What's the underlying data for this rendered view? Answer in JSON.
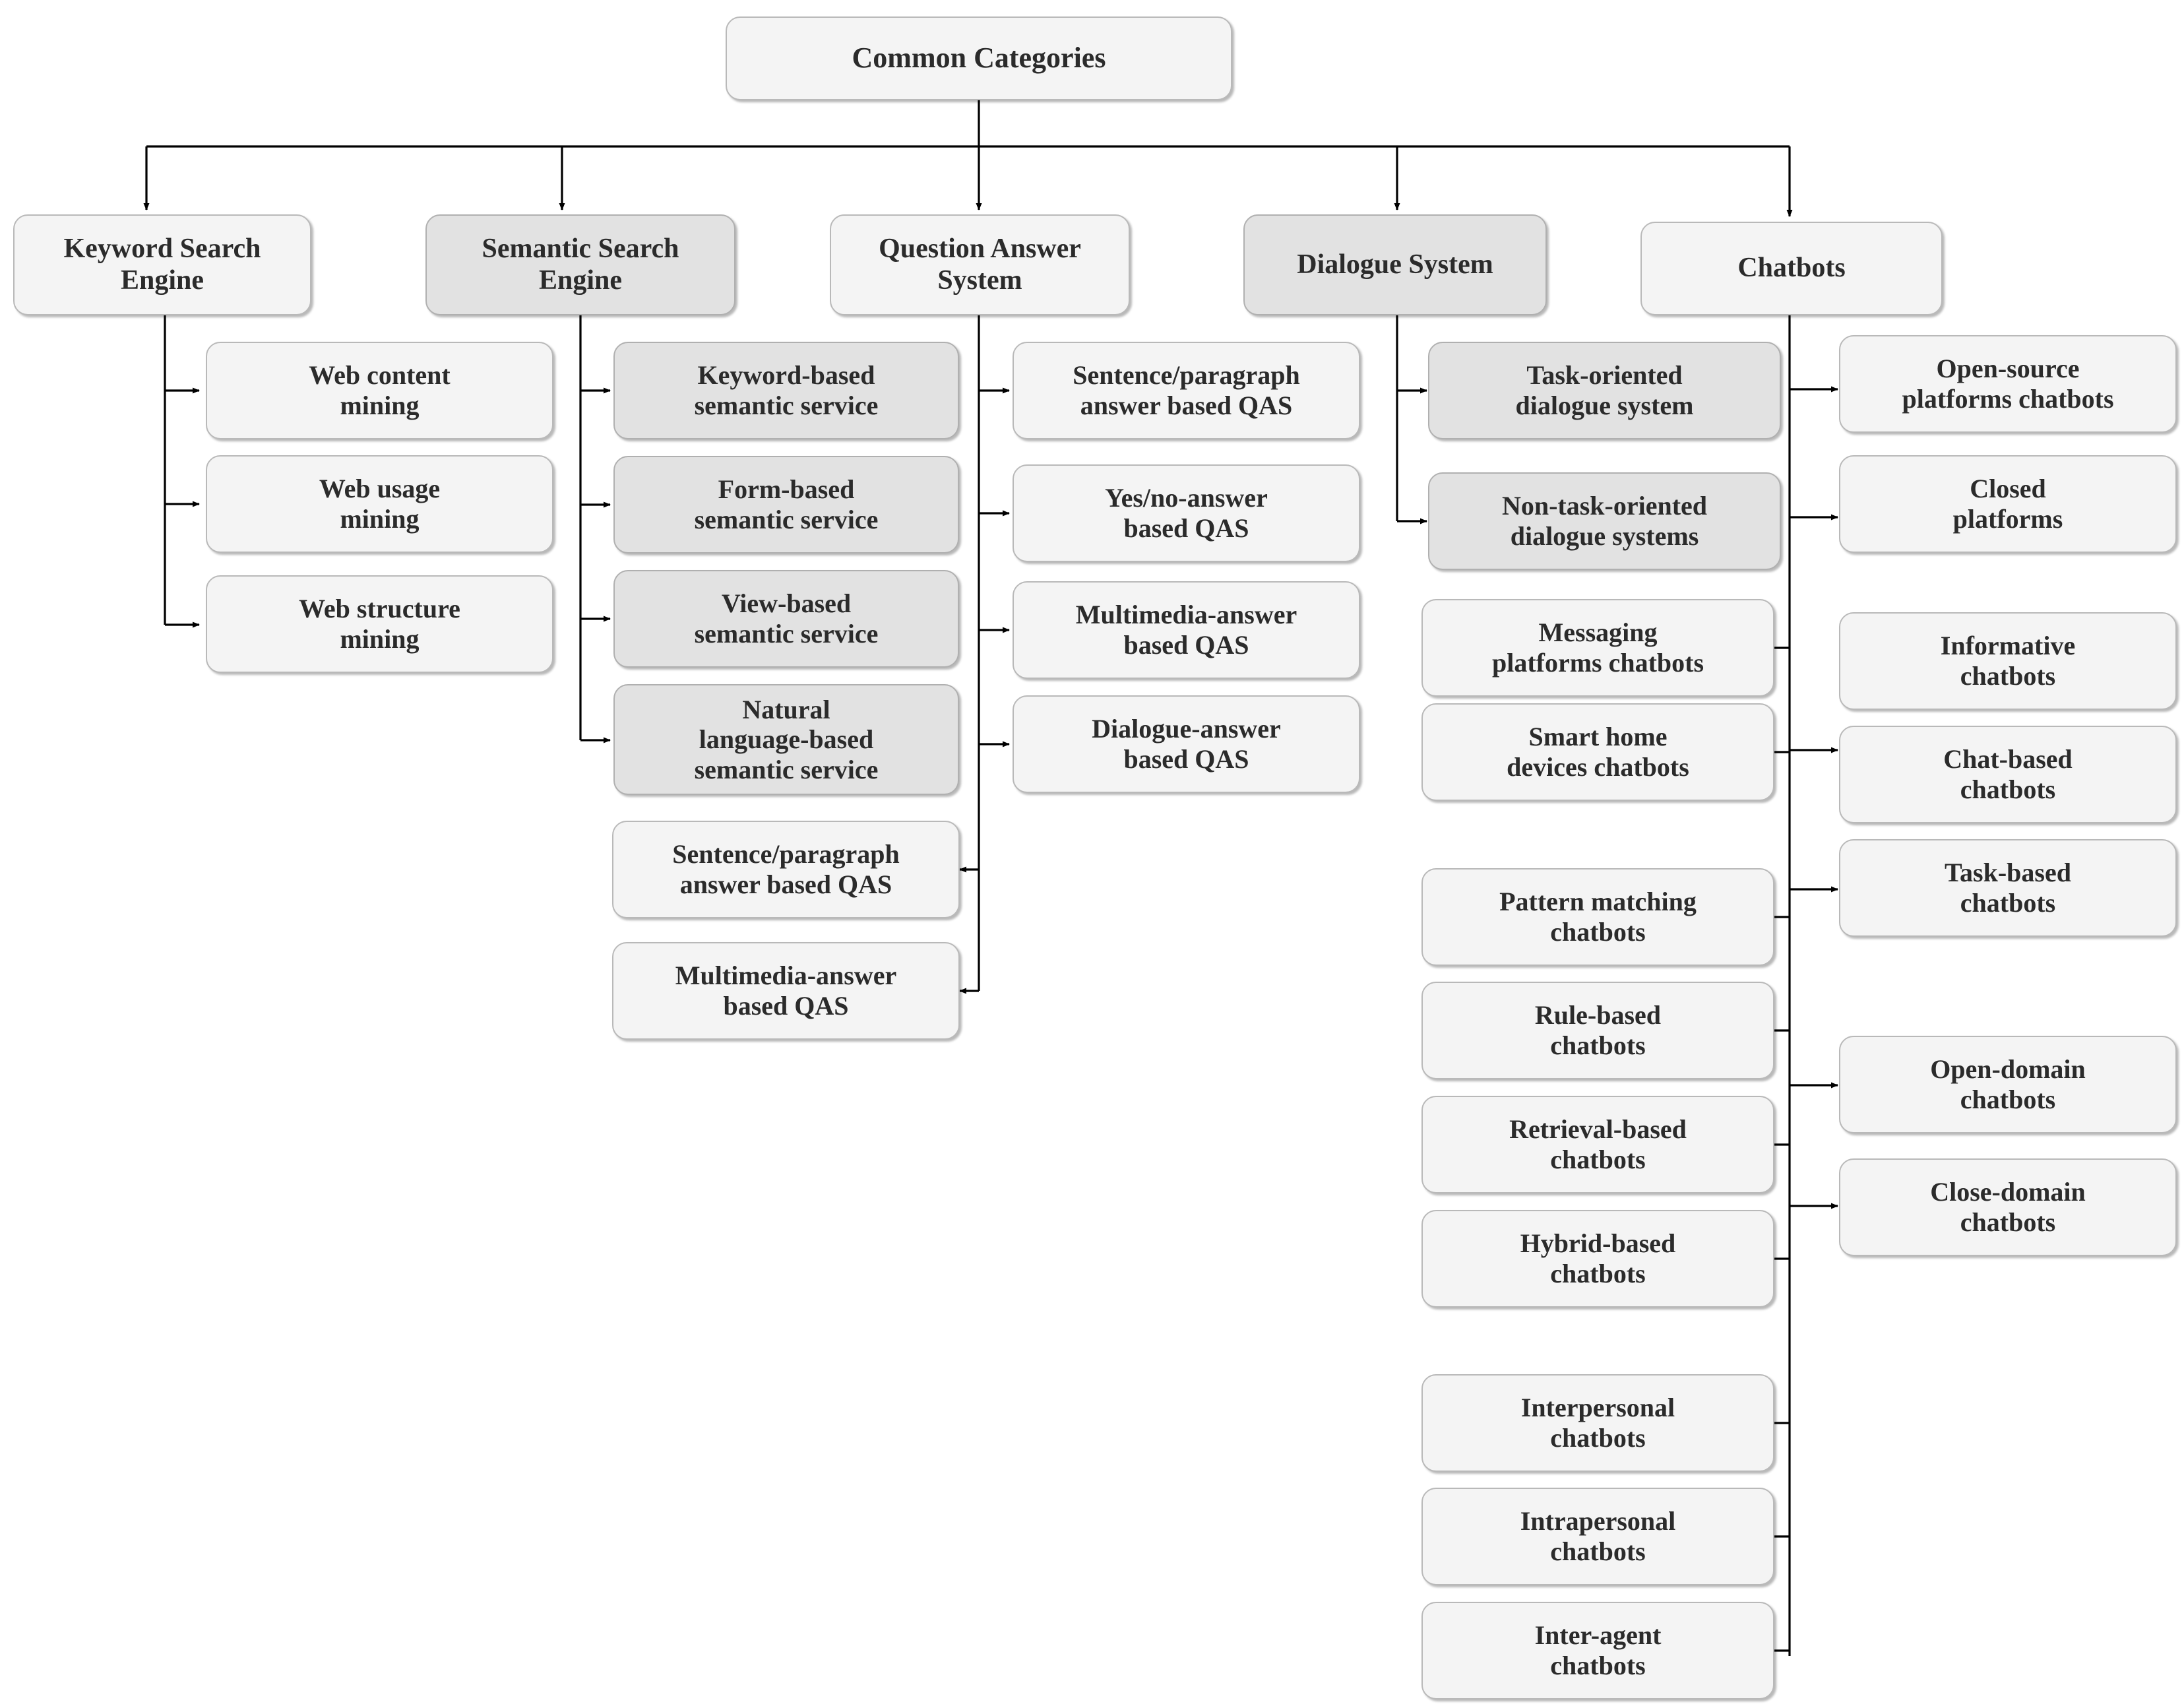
{
  "diagram": {
    "title": "Common Categories",
    "root": {
      "label": "Common Categories"
    },
    "branches": [
      {
        "id": "keyword-search-engine",
        "label": "Keyword Search\nEngine",
        "shade": "light",
        "children": [
          {
            "label": "Web content\nmining",
            "shade": "light"
          },
          {
            "label": "Web usage\nmining",
            "shade": "light"
          },
          {
            "label": "Web structure\nmining",
            "shade": "light"
          }
        ]
      },
      {
        "id": "semantic-search-engine",
        "label": "Semantic Search\nEngine",
        "shade": "dark",
        "children": [
          {
            "label": "Keyword-based\nsemantic service",
            "shade": "dark"
          },
          {
            "label": "Form-based\nsemantic service",
            "shade": "dark"
          },
          {
            "label": "View-based\nsemantic service",
            "shade": "dark"
          },
          {
            "label": "Natural\nlanguage-based\nsemantic service",
            "shade": "dark"
          }
        ]
      },
      {
        "id": "question-answer-system",
        "label": "Question Answer\nSystem",
        "shade": "light",
        "children": [
          {
            "label": "Sentence/paragraph\nanswer based QAS",
            "shade": "light"
          },
          {
            "label": "Yes/no-answer\nbased QAS",
            "shade": "light"
          },
          {
            "label": "Multimedia-answer\nbased QAS",
            "shade": "light"
          },
          {
            "label": "Dialogue-answer\nbased QAS",
            "shade": "light"
          },
          {
            "label": "Sentence/paragraph\nanswer based QAS",
            "shade": "light"
          },
          {
            "label": "Multimedia-answer\nbased QAS",
            "shade": "light"
          }
        ]
      },
      {
        "id": "dialogue-system",
        "label": "Dialogue System",
        "shade": "dark",
        "children": [
          {
            "label": "Task-oriented\ndialogue system",
            "shade": "dark"
          },
          {
            "label": "Non-task-oriented\ndialogue systems",
            "shade": "dark"
          }
        ]
      },
      {
        "id": "chatbots",
        "label": "Chatbots",
        "shade": "light",
        "children": [
          {
            "label": "Open-source\nplatforms chatbots",
            "shade": "light"
          },
          {
            "label": "Closed\nplatforms",
            "shade": "light"
          },
          {
            "label": "Messaging\nplatforms chatbots",
            "shade": "light"
          },
          {
            "label": "Smart home\ndevices chatbots",
            "shade": "light"
          },
          {
            "label": "Informative\nchatbots",
            "shade": "light"
          },
          {
            "label": "Chat-based\nchatbots",
            "shade": "light"
          },
          {
            "label": "Task-based\nchatbots",
            "shade": "light"
          },
          {
            "label": "Pattern matching\nchatbots",
            "shade": "light"
          },
          {
            "label": "Rule-based\nchatbots",
            "shade": "light"
          },
          {
            "label": "Retrieval-based\nchatbots",
            "shade": "light"
          },
          {
            "label": "Hybrid-based\nchatbots",
            "shade": "light"
          },
          {
            "label": "Open-domain\nchatbots",
            "shade": "light"
          },
          {
            "label": "Close-domain\nchatbots",
            "shade": "light"
          },
          {
            "label": "Interpersonal\nchatbots",
            "shade": "light"
          },
          {
            "label": "Intrapersonal\nchatbots",
            "shade": "light"
          },
          {
            "label": "Inter-agent\nchatbots",
            "shade": "light"
          }
        ]
      }
    ],
    "colors": {
      "node_light": "#f4f4f4",
      "node_dark": "#e2e2e2",
      "border": "#b9b9b9",
      "text": "#2b2b2b",
      "wire": "#000000"
    }
  }
}
